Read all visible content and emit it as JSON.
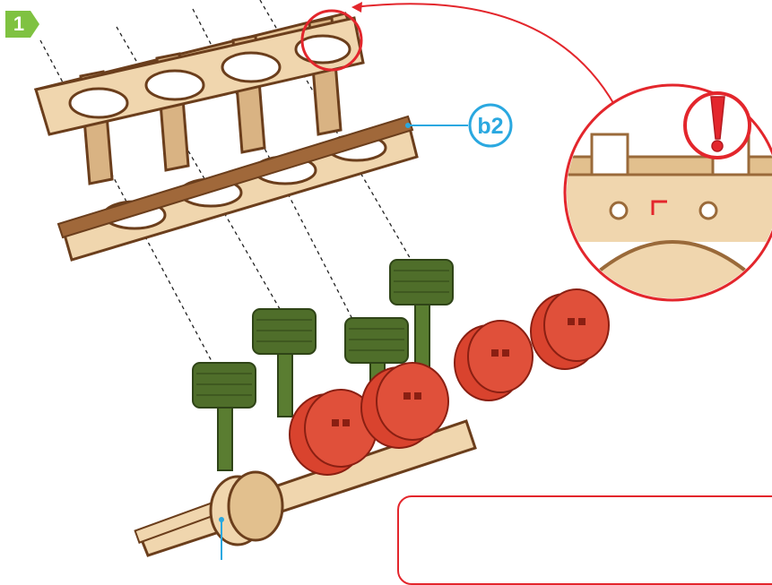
{
  "step": {
    "number": "1"
  },
  "callouts": [
    {
      "label": "b2"
    }
  ],
  "colors": {
    "step_badge": "#7fc241",
    "callout": "#2aa8e0",
    "warning": "#e3262c",
    "wood_light": "#f0d6ae",
    "wood_dark": "#7a4a22",
    "piston_green": "#4f6e2a",
    "piston_red": "#e0503a"
  },
  "icons": [
    "step-arrow-icon",
    "exclamation-icon"
  ],
  "parts": [
    "engine-block-frame",
    "pistons-green",
    "crank-discs-red",
    "crankshaft"
  ]
}
